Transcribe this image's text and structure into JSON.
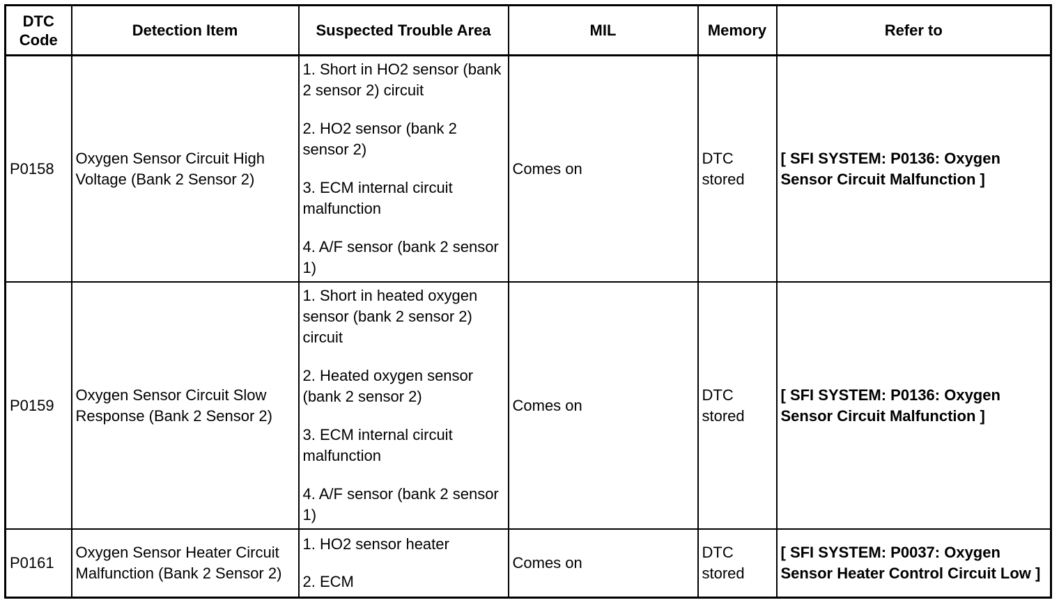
{
  "table": {
    "headers": {
      "dtc_code_line1": "DTC",
      "dtc_code_line2": "Code",
      "detection_item": "Detection Item",
      "suspected_trouble_area": "Suspected Trouble Area",
      "mil": "MIL",
      "memory": "Memory",
      "refer_to": "Refer to"
    },
    "rows": [
      {
        "code": "P0158",
        "detection_item": "Oxygen Sensor Circuit High Voltage (Bank 2 Sensor 2)",
        "trouble_areas": [
          "1. Short in HO2 sensor (bank 2 sensor 2) circuit",
          "2. HO2 sensor (bank 2 sensor 2)",
          "3. ECM internal circuit malfunction",
          "4. A/F sensor (bank 2 sensor 1)"
        ],
        "mil": "Comes on",
        "memory": "DTC stored",
        "refer_to": "[ SFI SYSTEM: P0136: Oxygen Sensor Circuit Malfunction ]"
      },
      {
        "code": "P0159",
        "detection_item": "Oxygen Sensor Circuit Slow Response (Bank 2 Sensor 2)",
        "trouble_areas": [
          "1. Short in heated oxygen sensor (bank 2 sensor 2) circuit",
          "2. Heated oxygen sensor (bank 2 sensor 2)",
          "3. ECM internal circuit malfunction",
          "4. A/F sensor (bank 2 sensor 1)"
        ],
        "mil": "Comes on",
        "memory": "DTC stored",
        "refer_to": "[ SFI SYSTEM: P0136: Oxygen Sensor Circuit Malfunction ]"
      },
      {
        "code": "P0161",
        "detection_item": "Oxygen Sensor Heater Circuit Malfunction (Bank 2 Sensor 2)",
        "trouble_areas": [
          "1. HO2 sensor heater",
          "2. ECM"
        ],
        "mil": "Comes on",
        "memory": "DTC stored",
        "refer_to": "[ SFI SYSTEM: P0037: Oxygen Sensor Heater Control Circuit Low ]"
      }
    ]
  }
}
